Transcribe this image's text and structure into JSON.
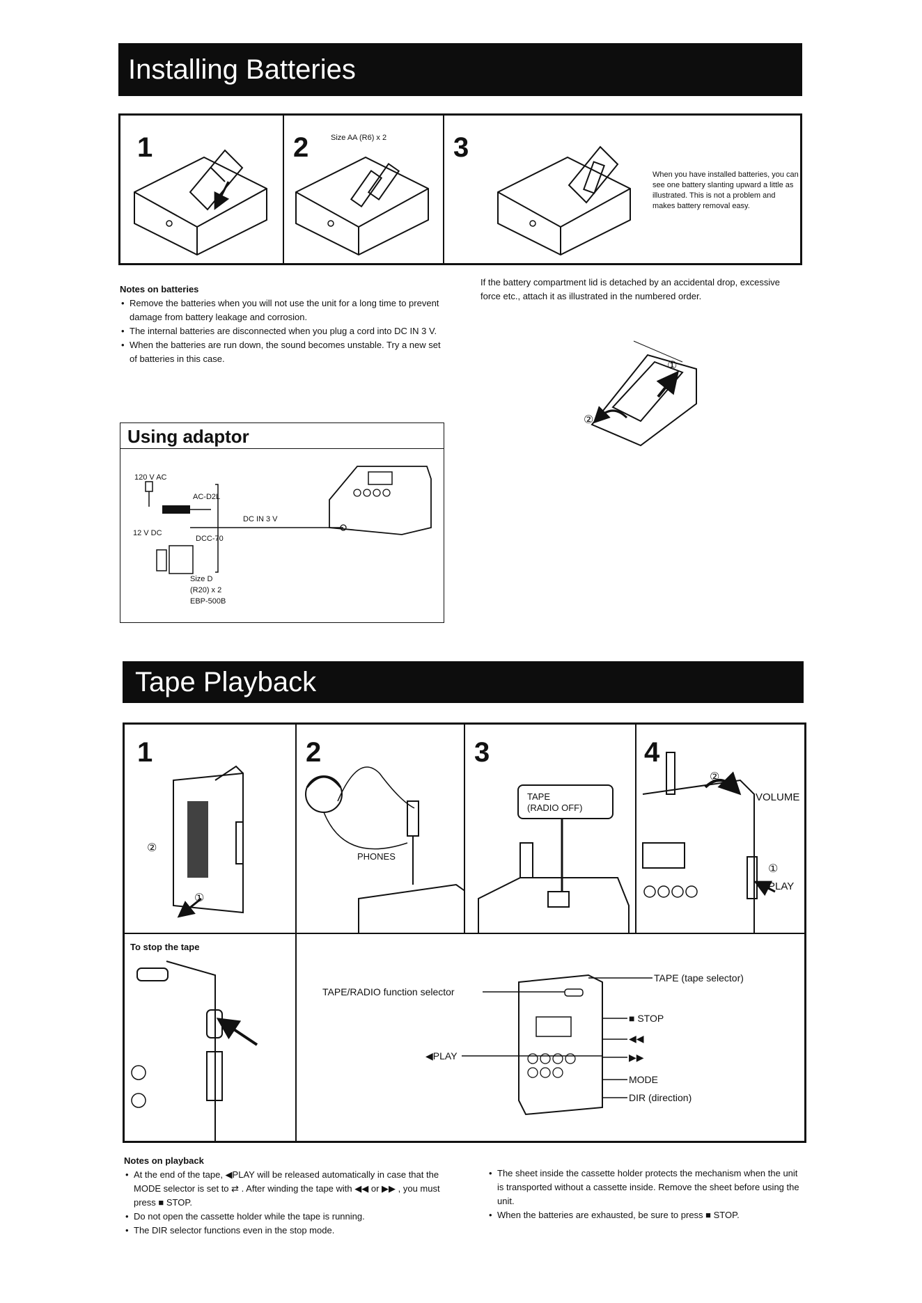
{
  "battery": {
    "title": "Installing Batteries",
    "steps": [
      {
        "number": "1"
      },
      {
        "number": "2",
        "caption": "Size AA (R6) x 2"
      },
      {
        "number": "3",
        "caption": "When you have installed batteries, you can see one battery slanting upward a little as illustrated. This is not a problem and makes battery removal easy."
      }
    ],
    "notes_title": "Notes on batteries",
    "notes": [
      "Remove the batteries when you will not use the unit for a long time to prevent damage from battery leakage and corrosion.",
      "The internal batteries are disconnected when you plug a cord into DC IN 3 V.",
      "When the batteries are run down, the sound becomes unstable. Try a new set of batteries in this case."
    ],
    "lid_text": "If the battery compartment lid is detached by an accidental drop, excessive force etc., attach it as illustrated in the numbered order.",
    "lid_marks": [
      "①",
      "②"
    ]
  },
  "adaptor": {
    "title": "Using adaptor",
    "labels": {
      "ac": "120 V AC",
      "ac_model": "AC-D2L",
      "dc12": "12 V DC",
      "dcc": "DCC-70",
      "dcin": "DC IN 3 V",
      "size": "Size D",
      "size2": "(R20) x 2",
      "ebp": "EBP-500B"
    }
  },
  "playback": {
    "title": "Tape Playback",
    "steps": [
      {
        "number": "1",
        "marks": [
          "②",
          "①"
        ]
      },
      {
        "number": "2",
        "label": "PHONES"
      },
      {
        "number": "3",
        "label1": "TAPE",
        "label2": "(RADIO OFF)"
      },
      {
        "number": "4",
        "marks": [
          "②",
          "①"
        ],
        "volume": "VOLUME",
        "play": "PLAY"
      }
    ],
    "stop_title": "To stop the tape",
    "controls": {
      "selector": "TAPE/RADIO function selector",
      "play": "◀PLAY",
      "tape": "TAPE (tape selector)",
      "stop": "■ STOP",
      "rew": "◀◀",
      "ff": "▶▶",
      "mode": "MODE",
      "dir": "DIR (direction)"
    },
    "notes_title": "Notes on playback",
    "notes_left": [
      "At the end of the tape, ◀PLAY will be released automatically in case that the MODE selector is set to ⇄ . After winding the tape with ◀◀ or ▶▶ , you must press ■ STOP.",
      "Do not open the cassette holder while the tape is running.",
      "The DIR selector functions even in the stop mode."
    ],
    "notes_right": [
      "The sheet inside the cassette holder protects the mechanism when the unit is transported without a cassette inside. Remove the sheet before using the unit.",
      "When the batteries are exhausted, be sure to press ■ STOP."
    ]
  }
}
